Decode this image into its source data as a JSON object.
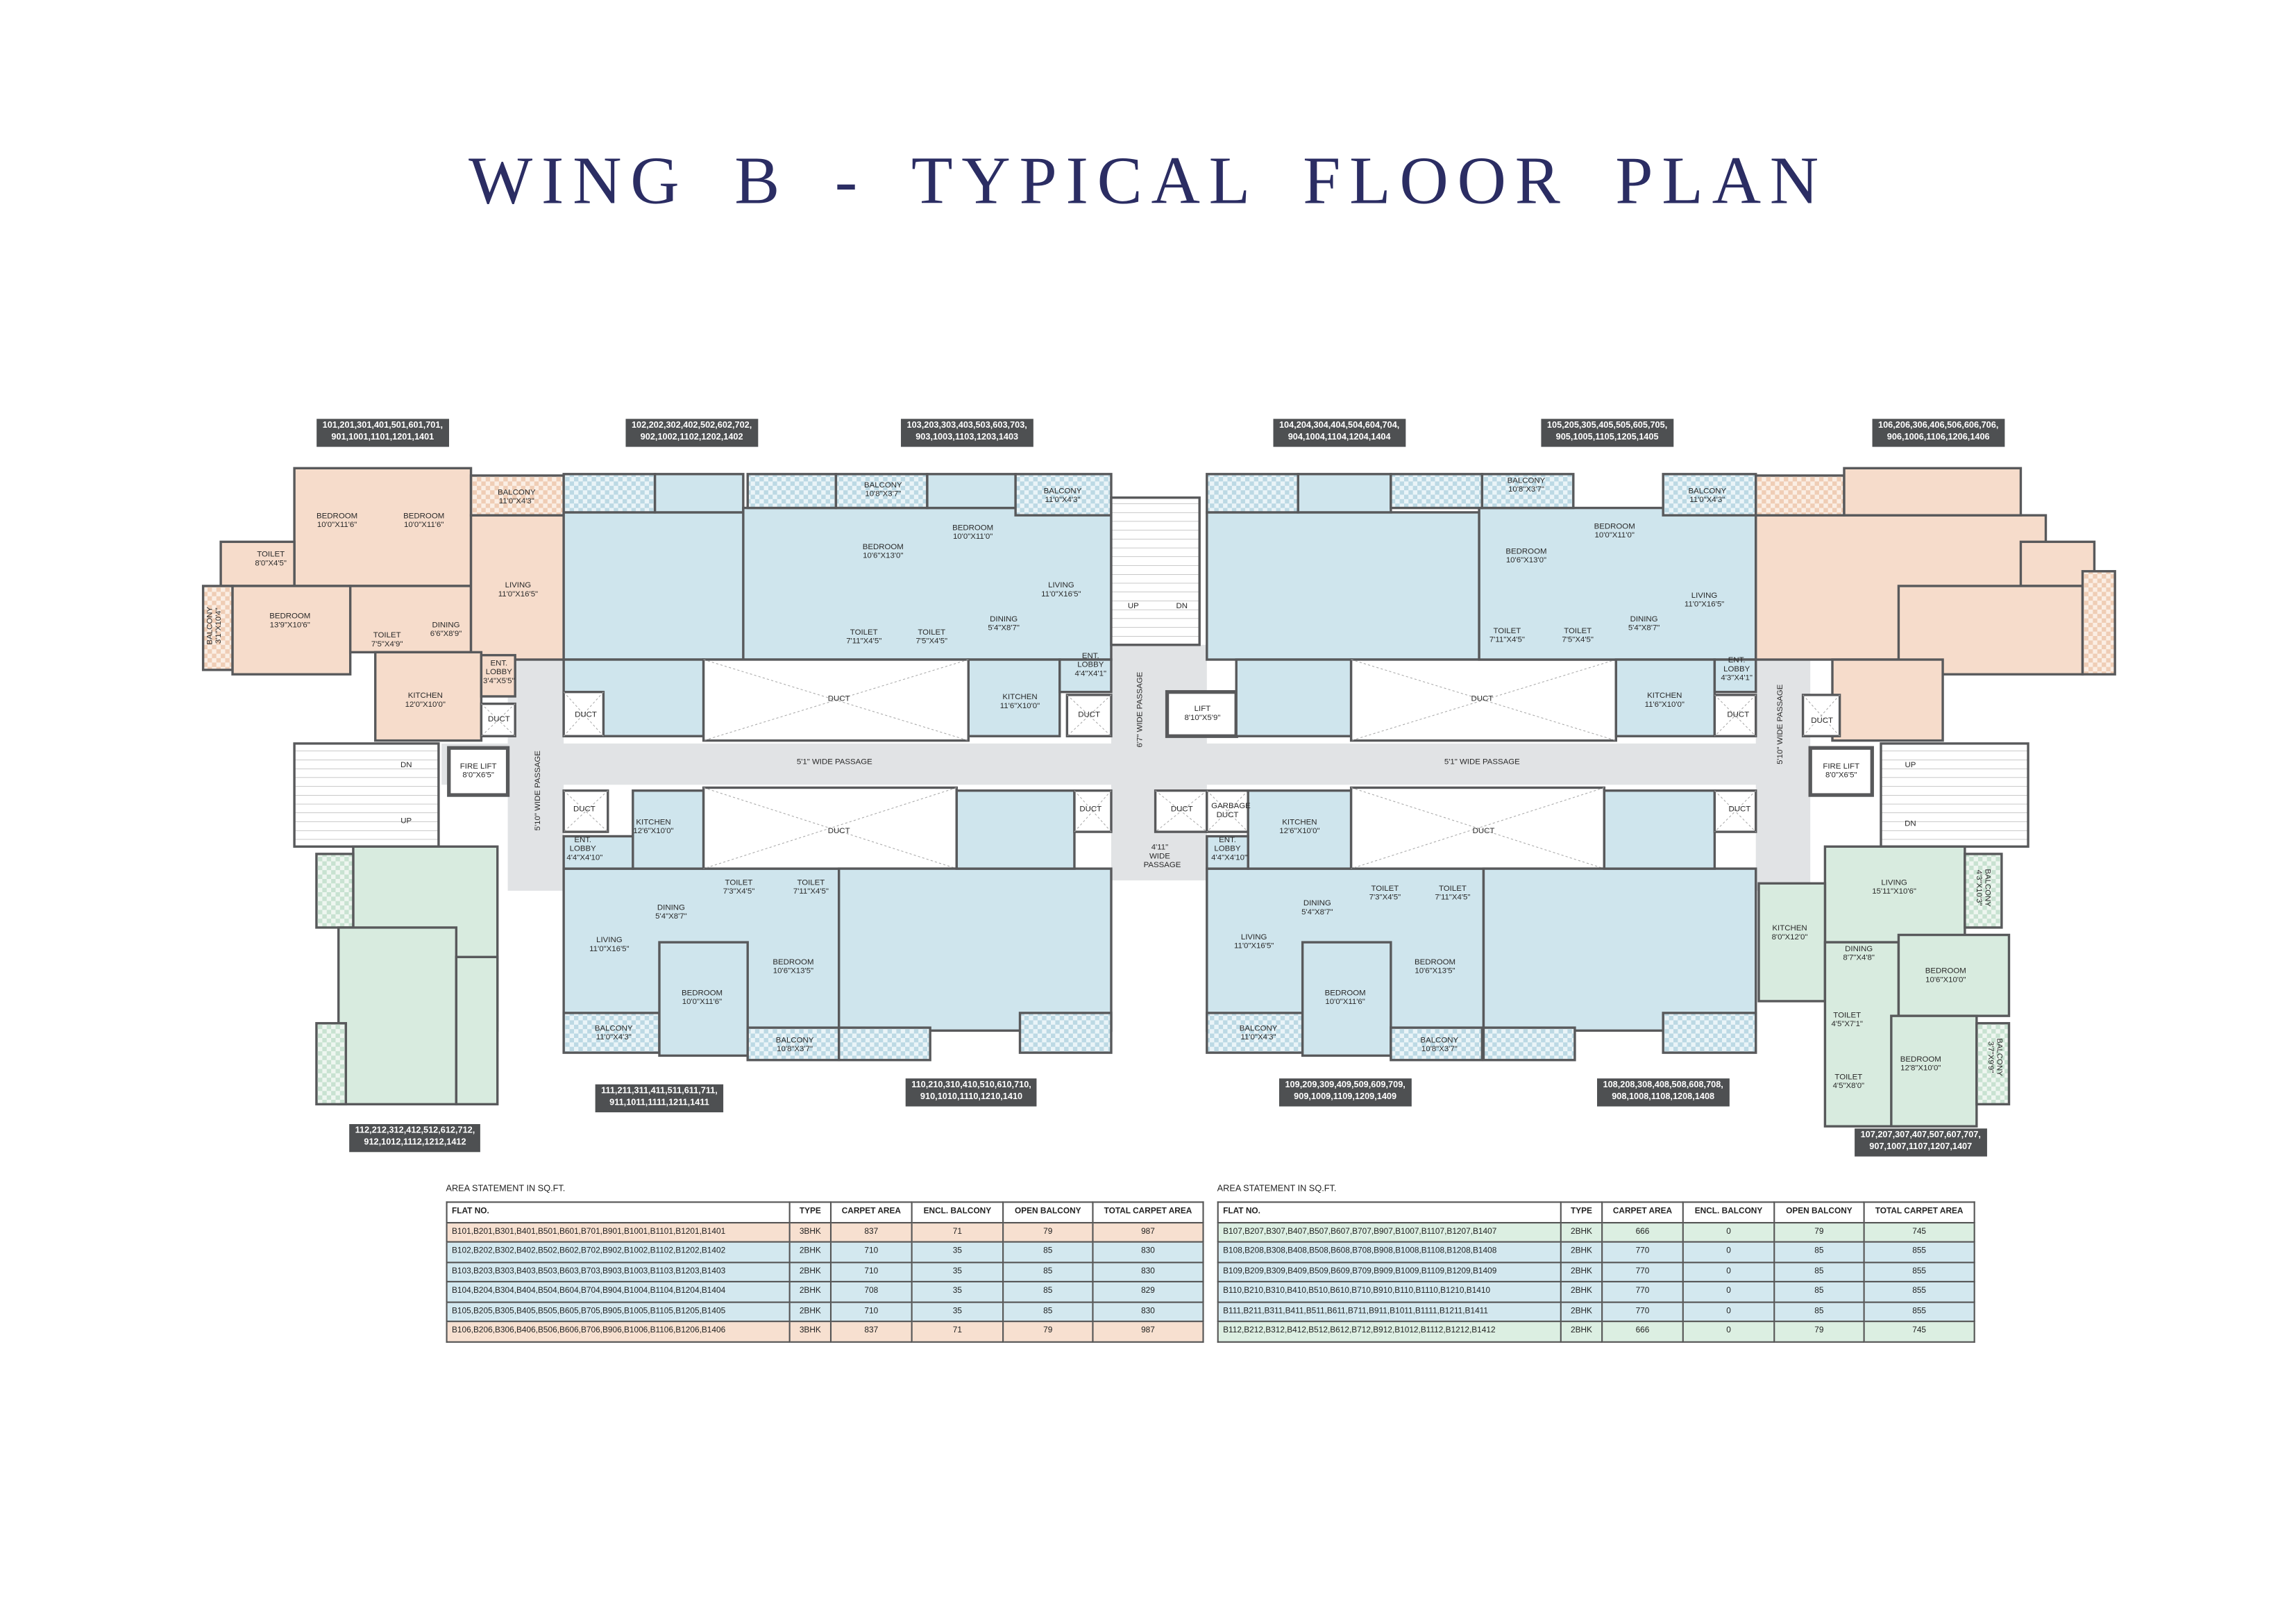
{
  "title": "WING B - TYPICAL FLOOR PLAN",
  "colors": {
    "title": "#2b2d63",
    "flat_3bhk": "#f6dccb",
    "flat_2bhk_blue": "#cfe5ed",
    "flat_2bhk_green": "#d8ebdf",
    "passage": "#e1e3e5",
    "wall": "#58595b",
    "tag": "#4e5052"
  },
  "flat_tags": {
    "t101": [
      "101,201,301,401,501,601,701,",
      "901,1001,1101,1201,1401"
    ],
    "t102": [
      "102,202,302,402,502,602,702,",
      "902,1002,1102,1202,1402"
    ],
    "t103": [
      "103,203,303,403,503,603,703,",
      "903,1003,1103,1203,1403"
    ],
    "t104": [
      "104,204,304,404,504,604,704,",
      "904,1004,1104,1204,1404"
    ],
    "t105": [
      "105,205,305,405,505,605,705,",
      "905,1005,1105,1205,1405"
    ],
    "t106": [
      "106,206,306,406,506,606,706,",
      "906,1006,1106,1206,1406"
    ],
    "t107": [
      "107,207,307,407,507,607,707,",
      "907,1007,1107,1207,1407"
    ],
    "t108": [
      "108,208,308,408,508,608,708,",
      "908,1008,1108,1208,1408"
    ],
    "t109": [
      "109,209,309,409,509,609,709,",
      "909,1009,1109,1209,1409"
    ],
    "t110": [
      "110,210,310,410,510,610,710,",
      "910,1010,1110,1210,1410"
    ],
    "t111": [
      "111,211,311,411,511,611,711,",
      "911,1011,1111,1211,1411"
    ],
    "t112": [
      "112,212,312,412,512,612,712,",
      "912,1012,1112,1212,1412"
    ]
  },
  "rooms": {
    "flat101": [
      {
        "name": "BEDROOM",
        "dim": "10'0\"X11'6\""
      },
      {
        "name": "BEDROOM",
        "dim": "10'0\"X11'6\""
      },
      {
        "name": "BALCONY",
        "dim": "11'0\"X4'3\""
      },
      {
        "name": "TOILET",
        "dim": "8'0\"X4'5\""
      },
      {
        "name": "BEDROOM",
        "dim": "13'9\"X10'6\""
      },
      {
        "name": "BALCONY",
        "dim": "3'1\"X10'4\""
      },
      {
        "name": "LIVING",
        "dim": "11'0\"X16'5\""
      },
      {
        "name": "DINING",
        "dim": "6'6\"X8'9\""
      },
      {
        "name": "TOILET",
        "dim": "7'5\"X4'9\""
      },
      {
        "name": "ENT. LOBBY",
        "dim": "3'4\"X5'5\""
      },
      {
        "name": "KITCHEN",
        "dim": "12'0\"X10'0\""
      }
    ],
    "flat103": [
      {
        "name": "BALCONY",
        "dim": "10'8\"X3'7\""
      },
      {
        "name": "BALCONY",
        "dim": "11'0\"X4'3\""
      },
      {
        "name": "BEDROOM",
        "dim": "10'0\"X11'0\""
      },
      {
        "name": "BEDROOM",
        "dim": "10'6\"X13'0\""
      },
      {
        "name": "LIVING",
        "dim": "11'0\"X16'5\""
      },
      {
        "name": "DINING",
        "dim": "5'4\"X8'7\""
      },
      {
        "name": "TOILET",
        "dim": "7'11\"X4'5\""
      },
      {
        "name": "TOILET",
        "dim": "7'5\"X4'5\""
      },
      {
        "name": "ENT. LOBBY",
        "dim": "4'4\"X4'1\""
      },
      {
        "name": "KITCHEN",
        "dim": "11'6\"X10'0\""
      }
    ],
    "flat105": [
      {
        "name": "BALCONY",
        "dim": "10'8\"X3'7\""
      },
      {
        "name": "BALCONY",
        "dim": "11'0\"X4'3\""
      },
      {
        "name": "BEDROOM",
        "dim": "10'0\"X11'0\""
      },
      {
        "name": "BEDROOM",
        "dim": "10'6\"X13'0\""
      },
      {
        "name": "LIVING",
        "dim": "11'0\"X16'5\""
      },
      {
        "name": "DINING",
        "dim": "5'4\"X8'7\""
      },
      {
        "name": "TOILET",
        "dim": "7'11\"X4'5\""
      },
      {
        "name": "TOILET",
        "dim": "7'5\"X4'5\""
      },
      {
        "name": "ENT. LOBBY",
        "dim": "4'3\"X4'1\""
      },
      {
        "name": "KITCHEN",
        "dim": "11'6\"X10'0\""
      }
    ],
    "flat111": [
      {
        "name": "KITCHEN",
        "dim": "12'6\"X10'0\""
      },
      {
        "name": "ENT. LOBBY",
        "dim": "4'4\"X4'10\""
      },
      {
        "name": "DINING",
        "dim": "5'4\"X8'7\""
      },
      {
        "name": "TOILET",
        "dim": "7'3\"X4'5\""
      },
      {
        "name": "TOILET",
        "dim": "7'11\"X4'5\""
      },
      {
        "name": "LIVING",
        "dim": "11'0\"X16'5\""
      },
      {
        "name": "BEDROOM",
        "dim": "10'6\"X13'5\""
      },
      {
        "name": "BEDROOM",
        "dim": "10'0\"X11'6\""
      },
      {
        "name": "BALCONY",
        "dim": "11'0\"X4'3\""
      },
      {
        "name": "BALCONY",
        "dim": "10'8\"X3'7\""
      }
    ],
    "flat109": [
      {
        "name": "KITCHEN",
        "dim": "12'6\"X10'0\""
      },
      {
        "name": "ENT. LOBBY",
        "dim": "4'4\"X4'10\""
      },
      {
        "name": "DINING",
        "dim": "5'4\"X8'7\""
      },
      {
        "name": "TOILET",
        "dim": "7'3\"X4'5\""
      },
      {
        "name": "TOILET",
        "dim": "7'11\"X4'5\""
      },
      {
        "name": "LIVING",
        "dim": "11'0\"X16'5\""
      },
      {
        "name": "BEDROOM",
        "dim": "10'6\"X13'5\""
      },
      {
        "name": "BEDROOM",
        "dim": "10'0\"X11'6\""
      },
      {
        "name": "BALCONY",
        "dim": "11'0\"X4'3\""
      },
      {
        "name": "BALCONY",
        "dim": "10'8\"X3'7\""
      }
    ],
    "flat107": [
      {
        "name": "LIVING",
        "dim": "15'11\"X10'6\""
      },
      {
        "name": "BALCONY",
        "dim": "4'3\"X10'3\""
      },
      {
        "name": "KITCHEN",
        "dim": "8'0\"X12'0\""
      },
      {
        "name": "DINING",
        "dim": "8'7\"X4'8\""
      },
      {
        "name": "BEDROOM",
        "dim": "10'6\"X10'0\""
      },
      {
        "name": "TOILET",
        "dim": "4'5\"X7'1\""
      },
      {
        "name": "BEDROOM",
        "dim": "12'8\"X10'0\""
      },
      {
        "name": "BALCONY",
        "dim": "3'7\"X9'9\""
      },
      {
        "name": "TOILET",
        "dim": "4'5\"X8'0\""
      }
    ]
  },
  "common": {
    "duct": "DUCT",
    "up": "UP",
    "dn": "DN",
    "lift": {
      "name": "LIFT",
      "dim": "8'10\"X5'9\""
    },
    "fire_lift": {
      "name": "FIRE LIFT",
      "dim": "8'0\"X6'5\""
    },
    "passage_5_1": "5'1\" WIDE PASSAGE",
    "passage_5_10": "5'10\" WIDE PASSAGE",
    "passage_6_7": "6'7\" WIDE PASSAGE",
    "passage_4_11": "4'11\" WIDE PASSAGE",
    "garbage_duct": "GARBAGE DUCT"
  },
  "tables": [
    {
      "caption": "AREA STATEMENT IN SQ.FT.",
      "headers": [
        "FLAT NO.",
        "TYPE",
        "CARPET AREA",
        "ENCL. BALCONY",
        "OPEN BALCONY",
        "TOTAL CARPET AREA"
      ],
      "rows": [
        {
          "flat": "B101,B201,B301,B401,B501,B601,B701,B901,B1001,B1101,B1201,B1401",
          "type": "3BHK",
          "carpet": "837",
          "encl": "71",
          "open": "79",
          "total": "987",
          "color": "#f7e0d0"
        },
        {
          "flat": "B102,B202,B302,B402,B502,B602,B702,B902,B1002,B1102,B1202,B1402",
          "type": "2BHK",
          "carpet": "710",
          "encl": "35",
          "open": "85",
          "total": "830",
          "color": "#d3e8ef"
        },
        {
          "flat": "B103,B203,B303,B403,B503,B603,B703,B903,B1003,B1103,B1203,B1403",
          "type": "2BHK",
          "carpet": "710",
          "encl": "35",
          "open": "85",
          "total": "830",
          "color": "#d3e8ef"
        },
        {
          "flat": "B104,B204,B304,B404,B504,B604,B704,B904,B1004,B1104,B1204,B1404",
          "type": "2BHK",
          "carpet": "708",
          "encl": "35",
          "open": "85",
          "total": "829",
          "color": "#d3e8ef"
        },
        {
          "flat": "B105,B205,B305,B405,B505,B605,B705,B905,B1005,B1105,B1205,B1405",
          "type": "2BHK",
          "carpet": "710",
          "encl": "35",
          "open": "85",
          "total": "830",
          "color": "#d3e8ef"
        },
        {
          "flat": "B106,B206,B306,B406,B506,B606,B706,B906,B1006,B1106,B1206,B1406",
          "type": "3BHK",
          "carpet": "837",
          "encl": "71",
          "open": "79",
          "total": "987",
          "color": "#f7e0d0"
        }
      ]
    },
    {
      "caption": "AREA STATEMENT IN SQ.FT.",
      "headers": [
        "FLAT NO.",
        "TYPE",
        "CARPET AREA",
        "ENCL. BALCONY",
        "OPEN BALCONY",
        "TOTAL CARPET AREA"
      ],
      "rows": [
        {
          "flat": "B107,B207,B307,B407,B507,B607,B707,B907,B1007,B1107,B1207,B1407",
          "type": "2BHK",
          "carpet": "666",
          "encl": "0",
          "open": "79",
          "total": "745",
          "color": "#dcefe2"
        },
        {
          "flat": "B108,B208,B308,B408,B508,B608,B708,B908,B1008,B1108,B1208,B1408",
          "type": "2BHK",
          "carpet": "770",
          "encl": "0",
          "open": "85",
          "total": "855",
          "color": "#d3e8ef"
        },
        {
          "flat": "B109,B209,B309,B409,B509,B609,B709,B909,B1009,B1109,B1209,B1409",
          "type": "2BHK",
          "carpet": "770",
          "encl": "0",
          "open": "85",
          "total": "855",
          "color": "#d3e8ef"
        },
        {
          "flat": "B110,B210,B310,B410,B510,B610,B710,B910,B110,B1110,B1210,B1410",
          "type": "2BHK",
          "carpet": "770",
          "encl": "0",
          "open": "85",
          "total": "855",
          "color": "#d3e8ef"
        },
        {
          "flat": "B111,B211,B311,B411,B511,B611,B711,B911,B1011,B1111,B1211,B1411",
          "type": "2BHK",
          "carpet": "770",
          "encl": "0",
          "open": "85",
          "total": "855",
          "color": "#d3e8ef"
        },
        {
          "flat": "B112,B212,B312,B412,B512,B612,B712,B912,B1012,B1112,B1212,B1412",
          "type": "2BHK",
          "carpet": "666",
          "encl": "0",
          "open": "79",
          "total": "745",
          "color": "#dcefe2"
        }
      ]
    }
  ]
}
